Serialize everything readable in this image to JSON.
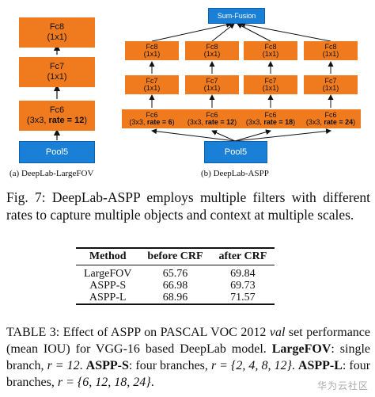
{
  "figure": {
    "left": {
      "blocks": [
        {
          "name": "Fc8",
          "param": "(1x1)"
        },
        {
          "name": "Fc7",
          "param": "(1x1)"
        },
        {
          "name": "Fc6",
          "param": "(3x3, ",
          "rate": "rate = 12",
          "close": ")"
        }
      ],
      "pool": "Pool5",
      "caption": "(a) DeepLab-LargeFOV"
    },
    "right": {
      "fusion": "Sum-Fusion",
      "branches": [
        {
          "fc8": "Fc8",
          "fc8p": "(1x1)",
          "fc7": "Fc7",
          "fc7p": "(1x1)",
          "fc6": "Fc6",
          "fc6p": "(3x3, ",
          "rate": "rate = 6",
          "close": ")"
        },
        {
          "fc8": "Fc8",
          "fc8p": "(1x1)",
          "fc7": "Fc7",
          "fc7p": "(1x1)",
          "fc6": "Fc6",
          "fc6p": "(3x3, ",
          "rate": "rate = 12",
          "close": ")"
        },
        {
          "fc8": "Fc8",
          "fc8p": "(1x1)",
          "fc7": "Fc7",
          "fc7p": "(1x1)",
          "fc6": "Fc6",
          "fc6p": "(3x3, ",
          "rate": "rate = 18",
          "close": ")"
        },
        {
          "fc8": "Fc8",
          "fc8p": "(1x1)",
          "fc7": "Fc7",
          "fc7p": "(1x1)",
          "fc6": "Fc6",
          "fc6p": "(3x3, ",
          "rate": "rate = 24",
          "close": ")"
        }
      ],
      "pool": "Pool5",
      "caption": "(b) DeepLab-ASPP"
    },
    "caption": "Fig. 7: DeepLab-ASPP employs multiple filters with different rates to capture multiple objects and context at multiple scales."
  },
  "table": {
    "headers": [
      "Method",
      "before CRF",
      "after CRF"
    ],
    "rows": [
      [
        "LargeFOV",
        "65.76",
        "69.84"
      ],
      [
        "ASPP-S",
        "66.98",
        "69.73"
      ],
      [
        "ASPP-L",
        "68.96",
        "71.57"
      ]
    ]
  },
  "table_caption": {
    "p1": "TABLE 3: Effect of ASPP on PASCAL VOC 2012 ",
    "p1_italic": "val",
    "p2": " set performance (mean IOU) for VGG-16 based DeepLab model. ",
    "b1": "LargeFOV",
    "p3": ": single branch, ",
    "m1": "r = 12",
    "p4": ". ",
    "b2": "ASPP-S",
    "p5": ": four branches, ",
    "m2": "r = {2, 4, 8, 12}",
    "p6": ". ",
    "b3": "ASPP-L",
    "p7": ": four branches, ",
    "m3": "r = {6, 12, 18, 24}",
    "p8": "."
  },
  "watermark": "华为云社区"
}
